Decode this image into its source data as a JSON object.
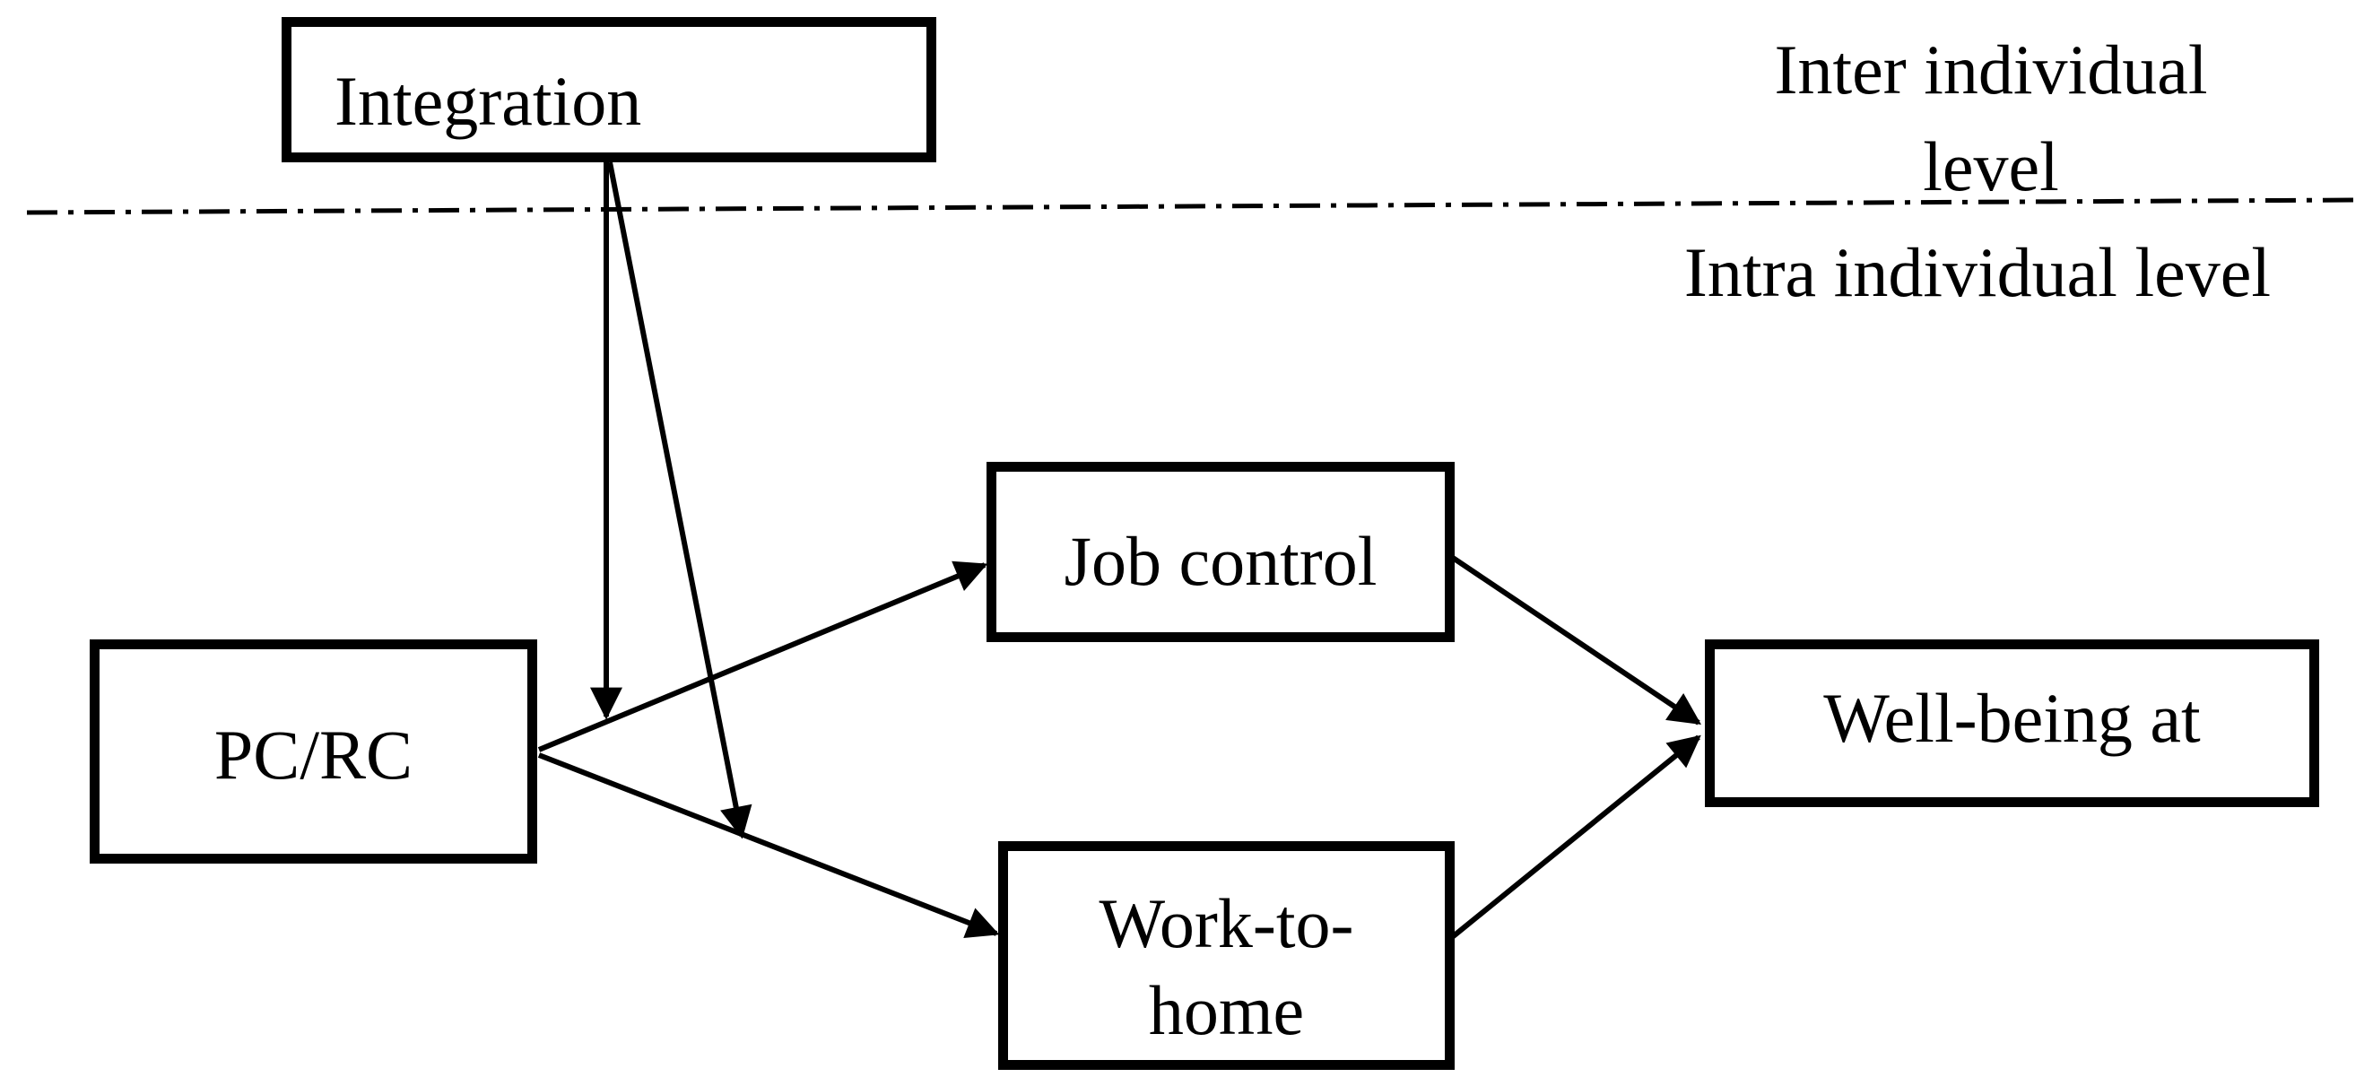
{
  "page": {
    "background": "#ffffff"
  },
  "diagram": {
    "colors": {
      "line": "#000000",
      "text": "#000000",
      "box_border": "#000000",
      "box_fill": "#ffffff"
    },
    "boxes": {
      "integration": {
        "label": "Integration"
      },
      "pcrc": {
        "label": "PC/RC"
      },
      "job_control": {
        "label": "Job control"
      },
      "work_to_home": {
        "line1": "Work-to-",
        "line2": "home"
      },
      "well_being": {
        "label": "Well-being at"
      }
    },
    "level_labels": {
      "inter_line1": "Inter individual",
      "inter_line2": "level",
      "intra": "Intra individual level"
    },
    "edges": [
      {
        "type": "arrow",
        "from": "pcrc",
        "to": "job_control"
      },
      {
        "type": "arrow",
        "from": "pcrc",
        "to": "work_to_home"
      },
      {
        "type": "arrow",
        "from": "integration",
        "to": "path pcrc→job_control"
      },
      {
        "type": "arrow",
        "from": "integration",
        "to": "path pcrc→work_to_home"
      },
      {
        "type": "arrow",
        "from": "job_control",
        "to": "well_being"
      },
      {
        "type": "arrow",
        "from": "work_to_home",
        "to": "well_being"
      },
      {
        "type": "dash-dot-divider",
        "separates": [
          "Inter individual level",
          "Intra individual level"
        ]
      }
    ]
  }
}
